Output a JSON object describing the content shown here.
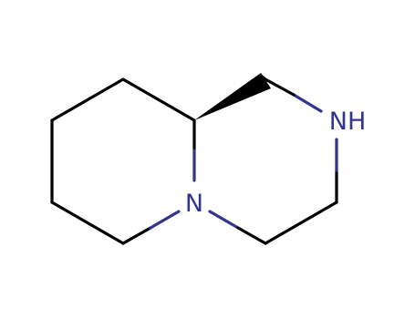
{
  "structure": {
    "atoms": [
      {
        "id": "n-bridgehead",
        "label": "N",
        "color": "#33348c"
      },
      {
        "id": "nh",
        "label": "NH",
        "color": "#33348c"
      }
    ],
    "colors": {
      "bond": "#000000",
      "nitrogen": "#33348c",
      "background": "#ffffff"
    },
    "stereo_bond": "wedge"
  }
}
